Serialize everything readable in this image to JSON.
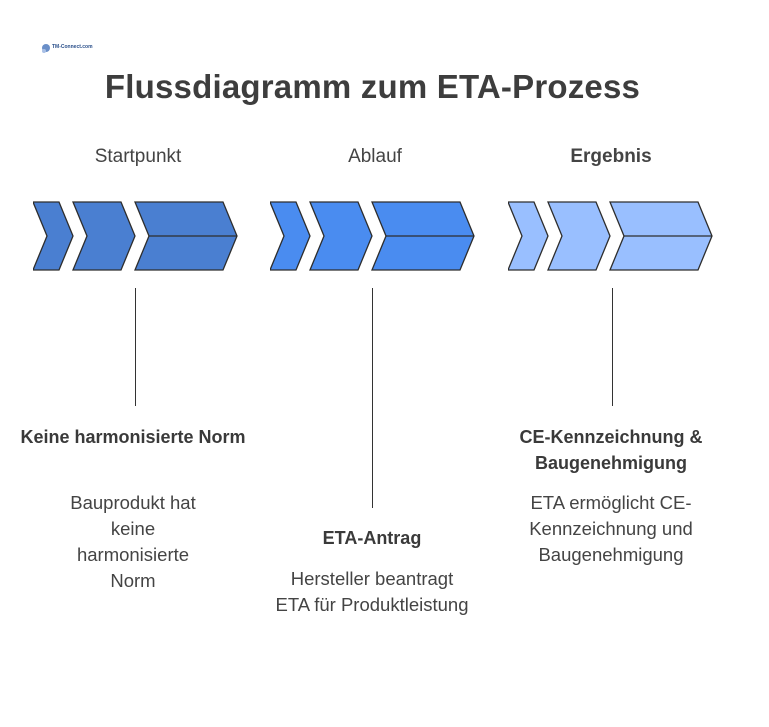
{
  "logo": {
    "text": "TM-Connect.com"
  },
  "title": "Flussdiagramm zum ETA-Prozess",
  "columns": [
    {
      "label": "Startpunkt",
      "label_bold": false,
      "color": "#4a7fd1",
      "node_title": "Keine harmonisierte Norm",
      "node_desc": "Bauprodukt hat keine harmonisierte Norm"
    },
    {
      "label": "Ablauf",
      "label_bold": false,
      "color": "#4a8cf0",
      "node_title": "ETA-Antrag",
      "node_desc": "Hersteller beantragt ETA für Produktleistung"
    },
    {
      "label": "Ergebnis",
      "label_bold": true,
      "color": "#99bfff",
      "node_title": "CE-Kennzeichnung & Baugenehmigung",
      "node_desc": "ETA ermöglicht CE-Kennzeichnung und Baugenehmigung"
    }
  ]
}
